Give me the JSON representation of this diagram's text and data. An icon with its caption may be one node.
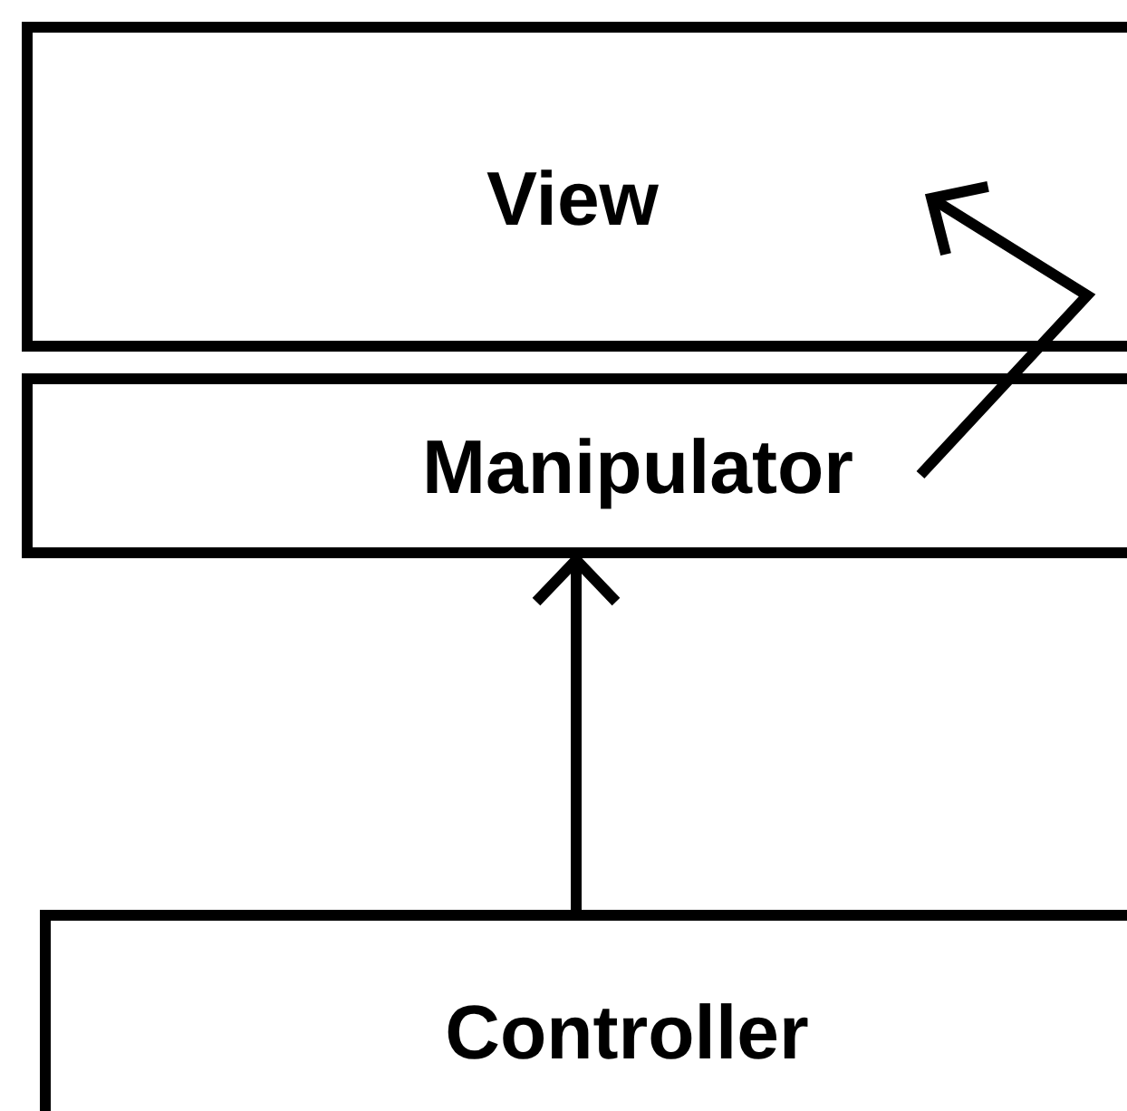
{
  "diagram": {
    "nodes": [
      {
        "text": [
          "View"
        ]
      },
      {
        "text": [
          "Manipulator"
        ]
      },
      {
        "text": [
          "Controller"
        ]
      }
    ],
    "edges": [
      {
        "from": 2,
        "to": 1,
        "arrow": "to"
      },
      {
        "from": 1,
        "to": 0,
        "arrow": "to"
      }
    ]
  }
}
